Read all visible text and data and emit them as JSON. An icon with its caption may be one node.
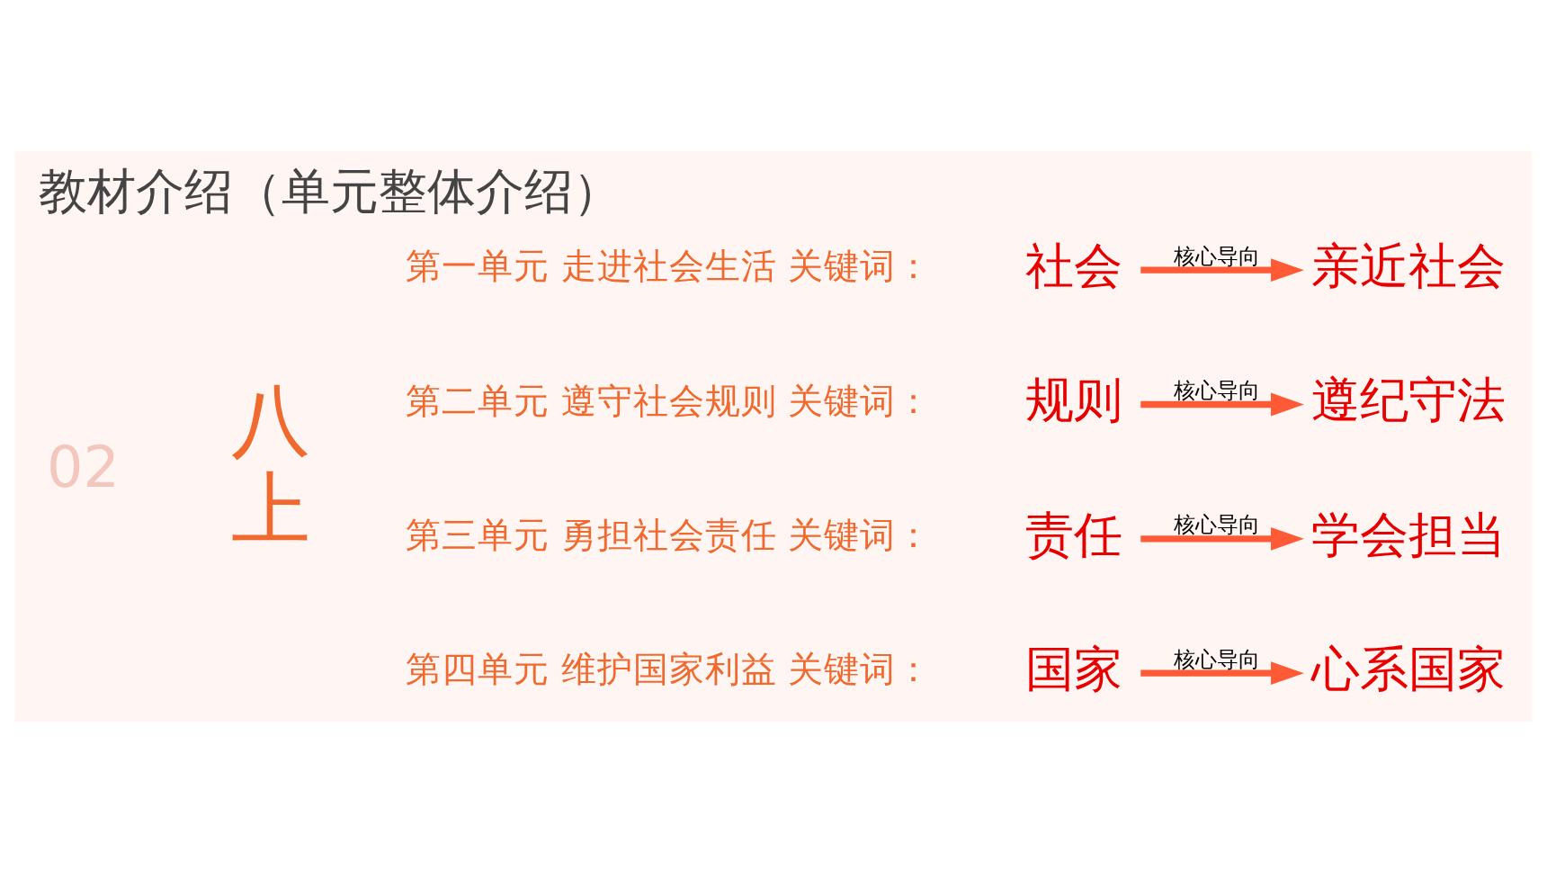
{
  "diagram": {
    "title": "教材介绍（单元整体介绍）",
    "nodes": [
      {
        "text": [
          "社会"
        ]
      },
      {
        "text": [
          "亲近社会"
        ]
      },
      {
        "text": [
          "规则"
        ]
      },
      {
        "text": [
          "遵纪守法"
        ]
      },
      {
        "text": [
          "责任"
        ]
      },
      {
        "text": [
          "学会担当"
        ]
      },
      {
        "text": [
          "国家"
        ]
      },
      {
        "text": [
          "心系国家"
        ]
      }
    ],
    "edges": [
      {
        "from": 0,
        "to": 1,
        "arrow": "to",
        "label": "核心导向"
      },
      {
        "from": 2,
        "to": 3,
        "arrow": "to",
        "label": "核心导向"
      },
      {
        "from": 4,
        "to": 5,
        "arrow": "to",
        "label": "核心导向"
      },
      {
        "from": 6,
        "to": 7,
        "arrow": "to",
        "label": "核心导向"
      }
    ],
    "labels": [
      "02",
      "八上",
      "第一单元 走进社会生活 关键词：",
      "第二单元 遵守社会规则 关键词：",
      "第三单元 勇担社会责任 关键词：",
      "第四单元 维护国家利益 关键词："
    ]
  }
}
